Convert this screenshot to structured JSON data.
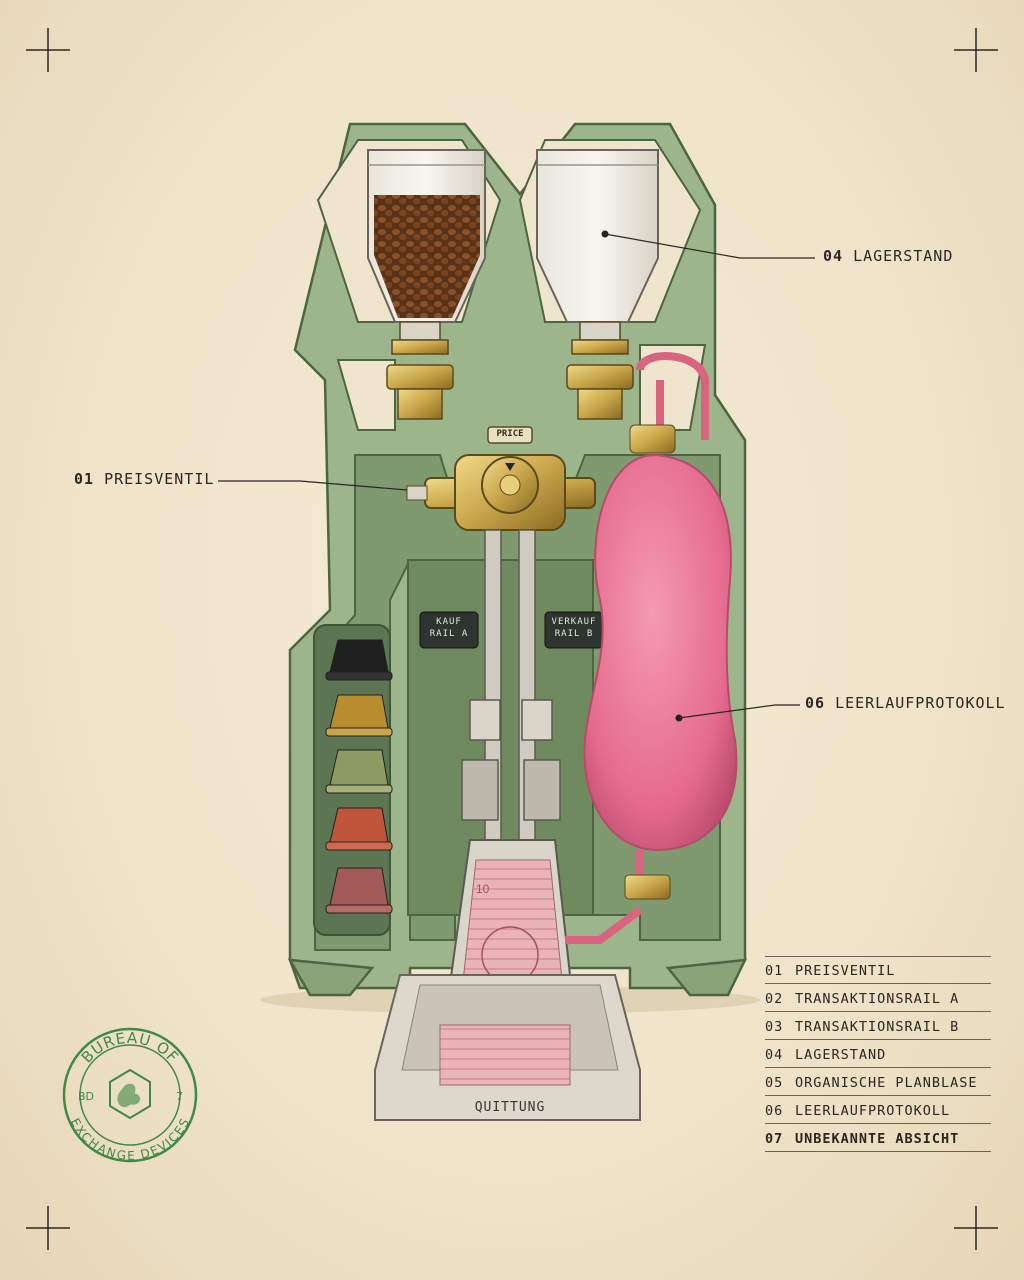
{
  "callouts": {
    "c04": {
      "num": "04",
      "label": "LAGERSTAND"
    },
    "c01": {
      "num": "01",
      "label": "PREISVENTIL"
    },
    "c06": {
      "num": "06",
      "label": "LEERLAUFPROTOKOLL"
    }
  },
  "legend": [
    {
      "num": "01",
      "label": "PREISVENTIL"
    },
    {
      "num": "02",
      "label": "TRANSAKTIONSRAIL A"
    },
    {
      "num": "03",
      "label": "TRANSAKTIONSRAIL B"
    },
    {
      "num": "04",
      "label": "LAGERSTAND"
    },
    {
      "num": "05",
      "label": "ORGANISCHE PLANBLASE"
    },
    {
      "num": "06",
      "label": "LEERLAUFPROTOKOLL"
    },
    {
      "num": "07",
      "label": "UNBEKANNTE ABSICHT"
    }
  ],
  "machine": {
    "price_label": "PRICE",
    "rail_a": [
      "KAUF",
      "RAIL A"
    ],
    "rail_b": [
      "VERKAUF",
      "RAIL B"
    ],
    "tray_label": "QUITTUNG",
    "banknote_value": "10"
  },
  "stamp": {
    "top_text": "BUREAU OF",
    "bottom_text": "EXCHANGE DEVICES",
    "left": "BD",
    "right": "7"
  },
  "colors": {
    "frame": "#9db58a",
    "frame_dark": "#5f7a52",
    "brass": "#c9a64a",
    "bladder": "#e56b8e",
    "stamp": "#3f8a45",
    "paper": "#efe4cc"
  }
}
